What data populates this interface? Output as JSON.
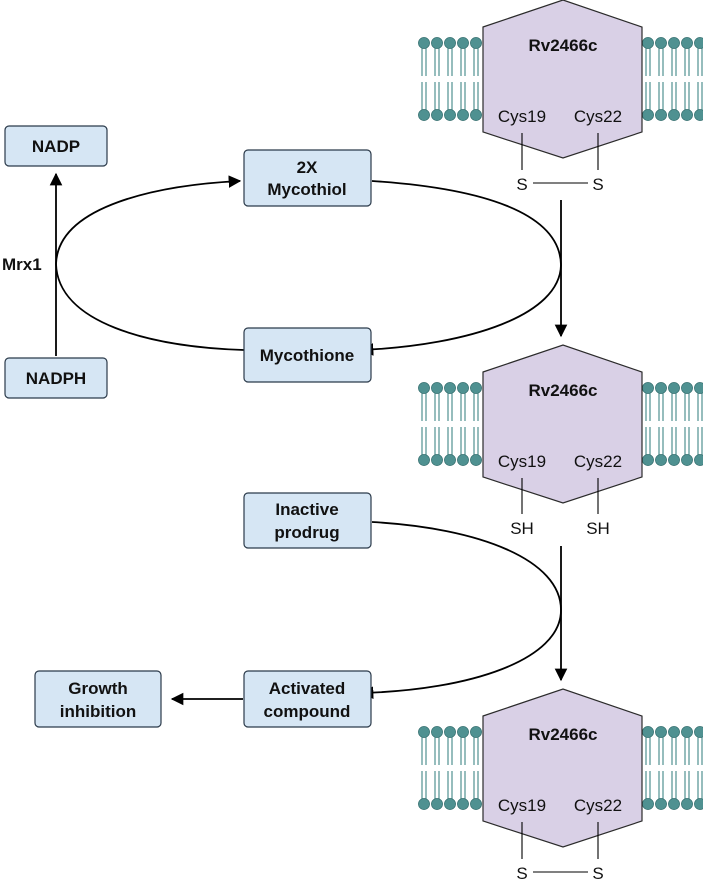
{
  "boxes": {
    "nadp": "NADP",
    "nadph": "NADPH",
    "mycothiol_line1": "2X",
    "mycothiol_line2": "Mycothiol",
    "mycothione": "Mycothione",
    "prodrug_line1": "Inactive",
    "prodrug_line2": "prodrug",
    "activated_line1": "Activated",
    "activated_line2": "compound",
    "growth_line1": "Growth",
    "growth_line2": "inhibition"
  },
  "labels": {
    "enzyme": "Mrx1"
  },
  "proteins": [
    {
      "name": "Rv2466c",
      "cys_a": "Cys19",
      "cys_b": "Cys22",
      "state": "disulfide",
      "thiol_a": "S",
      "thiol_b": "S"
    },
    {
      "name": "Rv2466c",
      "cys_a": "Cys19",
      "cys_b": "Cys22",
      "state": "reduced",
      "thiol_a": "SH",
      "thiol_b": "SH"
    },
    {
      "name": "Rv2466c",
      "cys_a": "Cys19",
      "cys_b": "Cys22",
      "state": "disulfide",
      "thiol_a": "S",
      "thiol_b": "S"
    }
  ],
  "colors": {
    "box_fill": "#d6e6f4",
    "protein_fill": "#d9d0e6",
    "membrane": "#4f9191"
  }
}
